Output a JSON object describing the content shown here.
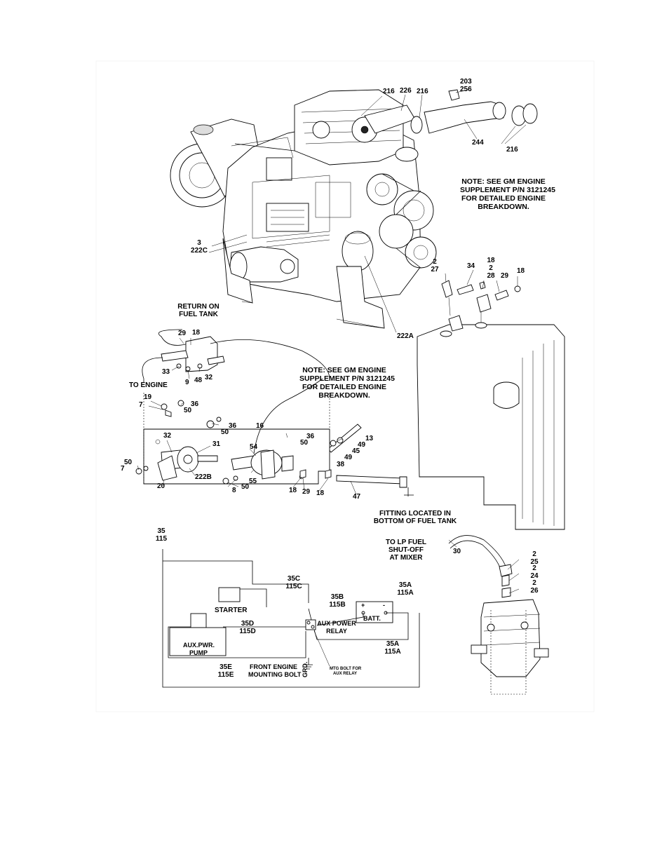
{
  "notes": {
    "engine_note_top": [
      "NOTE:  SEE GM ENGINE",
      "SUPPLEMENT P/N 3121245",
      "FOR DETAILED ENGINE",
      "BREAKDOWN."
    ],
    "engine_note_mid": [
      "NOTE:  SEE GM ENGINE",
      "SUPPLEMENT P/N 3121245",
      "FOR DETAILED ENGINE",
      "BREAKDOWN."
    ],
    "return_on_fuel_tank": [
      "RETURN ON",
      "FUEL TANK"
    ],
    "to_engine": "TO ENGINE",
    "fitting_located": [
      "FITTING LOCATED IN",
      "BOTTOM OF FUEL TANK"
    ],
    "to_lp_fuel": [
      "TO LP FUEL",
      "SHUT-OFF",
      "AT MIXER"
    ]
  },
  "wiring": {
    "starter": "STARTER",
    "aux_pwr_pump": [
      "AUX.PWR.",
      "PUMP"
    ],
    "aux_power_relay": [
      "AUX POWER",
      "RELAY"
    ],
    "batt": "BATT.",
    "batt_plus": "+",
    "batt_minus": "-",
    "front_engine_bolt": [
      "FRONT ENGINE",
      "MOUNTING BOLT"
    ],
    "grd": "GRD.",
    "mtg_bolt": [
      "MTG BOLT FOR",
      "AUX RELAY"
    ]
  },
  "callouts": {
    "c203_256": [
      "203",
      "256"
    ],
    "c216_a": "216",
    "c226": "226",
    "c216_b": "216",
    "c244": "244",
    "c216_c": "216",
    "c3_222c": [
      "3",
      "222C"
    ],
    "c222a": "222A",
    "c2_27": [
      "2",
      "27"
    ],
    "c34": "34",
    "c18_2_28": [
      "18",
      "2",
      "28"
    ],
    "c29_top": "29",
    "c18_top": "18",
    "c29_18": [
      "29",
      "18"
    ],
    "c33": "33",
    "c9": "9",
    "c48": "48",
    "c32_a": "32",
    "c19": "19",
    "c7_a": "7",
    "c36_a": "36",
    "c50_a": "50",
    "c36_b": "36",
    "c50_b": "50",
    "c16": "16",
    "c36_c": "36",
    "c50_c": "50",
    "c13": "13",
    "c49_a": "49",
    "c45": "45",
    "c49_b": "49",
    "c38": "38",
    "c32_b": "32",
    "c31": "31",
    "c54": "54",
    "c50_d": "50",
    "c7_b": "7",
    "c222b": "222B",
    "c20": "20",
    "c55": "55",
    "c50_e": "50",
    "c8": "8",
    "c18_a": "18",
    "c29_b": "29",
    "c18_b": "18",
    "c47": "47",
    "c35_115": [
      "35",
      "115"
    ],
    "c35c_115c": [
      "35C",
      "115C"
    ],
    "c35b_115b": [
      "35B",
      "115B"
    ],
    "c35a_115a_top": [
      "35A",
      "115A"
    ],
    "c35d_115d": [
      "35D",
      "115D"
    ],
    "c35a_115a_bot": [
      "35A",
      "115A"
    ],
    "c35e_115e": [
      "35E",
      "115E"
    ],
    "c30": "30",
    "c2_25": [
      "2",
      "25"
    ],
    "c2_24": [
      "2",
      "24"
    ],
    "c2_26": [
      "2",
      "26"
    ]
  }
}
